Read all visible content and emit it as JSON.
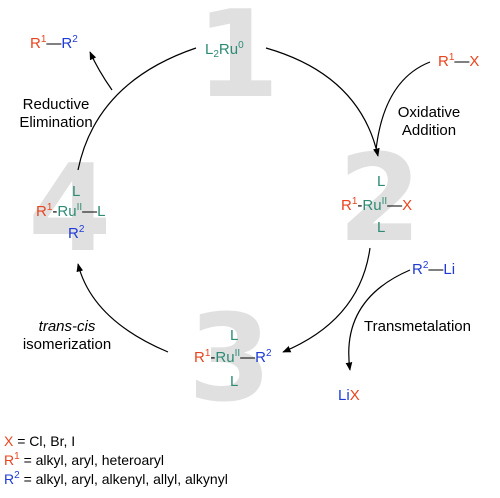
{
  "steps": [
    {
      "number": "1"
    },
    {
      "number": "2"
    },
    {
      "number": "3"
    },
    {
      "number": "4"
    }
  ],
  "labels": {
    "oxidative_addition": [
      "Oxidative",
      "Addition"
    ],
    "reductive_elimination": [
      "Reductive",
      "Elimination"
    ],
    "transmetalation": "Transmetalation",
    "isomerization_italic": "trans-cis",
    "isomerization": "isomerization"
  },
  "species": {
    "catalyst": {
      "base": "L",
      "sub": "2",
      "metal": "Ru",
      "ox": "0"
    },
    "substrate": {
      "r": "R",
      "r_sup": "1",
      "bond": "—",
      "x": "X"
    },
    "product": {
      "r1": "R",
      "r1_sup": "1",
      "bond": "—",
      "r2": "R",
      "r2_sup": "2"
    },
    "organolithium": {
      "r": "R",
      "r_sup": "2",
      "bond": "—",
      "li": "Li"
    },
    "byproduct": {
      "li": "Li",
      "x": "X"
    },
    "complex_2": {
      "top": "L",
      "bottom": "L",
      "r": "R",
      "r_sup": "1",
      "metal": "Ru",
      "ox": "II",
      "right": "X"
    },
    "complex_3": {
      "top": "L",
      "bottom": "L",
      "r": "R",
      "r_sup": "1",
      "metal": "Ru",
      "ox": "II",
      "right": "R",
      "right_sup": "2"
    },
    "complex_4": {
      "top": "L",
      "bottom": "R",
      "bottom_sup": "2",
      "r": "R",
      "r_sup": "1",
      "metal": "Ru",
      "ox": "II",
      "right": "L"
    }
  },
  "legend": [
    {
      "symbol": "X",
      "symbol_sup": "",
      "text": " = Cl, Br, I",
      "color": "#e8451e"
    },
    {
      "symbol": "R",
      "symbol_sup": "1",
      "text": " = alkyl, aryl, heteroaryl",
      "color": "#e8451e"
    },
    {
      "symbol": "R",
      "symbol_sup": "2",
      "text": " = alkyl, aryl, alkenyl, allyl, alkynyl",
      "color": "#1f3bd6"
    }
  ],
  "colors": {
    "r1_x": "#e8451e",
    "r2": "#1f3bd6",
    "ruthenium": "#2e8b74",
    "step_number": "#e0e0e0"
  }
}
